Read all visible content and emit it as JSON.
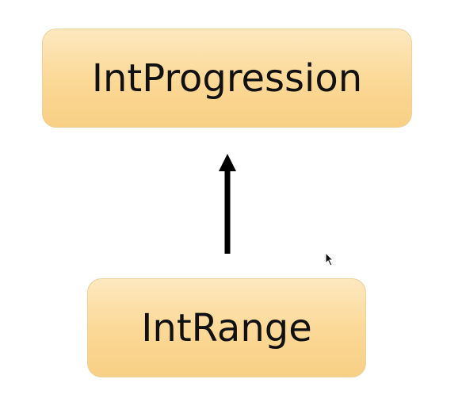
{
  "diagram": {
    "nodes": [
      {
        "id": "parent",
        "label": "IntProgression"
      },
      {
        "id": "child",
        "label": "IntRange"
      }
    ],
    "edges": [
      {
        "from": "child",
        "to": "parent",
        "style": "arrow"
      }
    ],
    "colors": {
      "node_fill": "#fbd895",
      "node_border": "#ecd19a",
      "arrow": "#000000",
      "text": "#111111"
    }
  }
}
